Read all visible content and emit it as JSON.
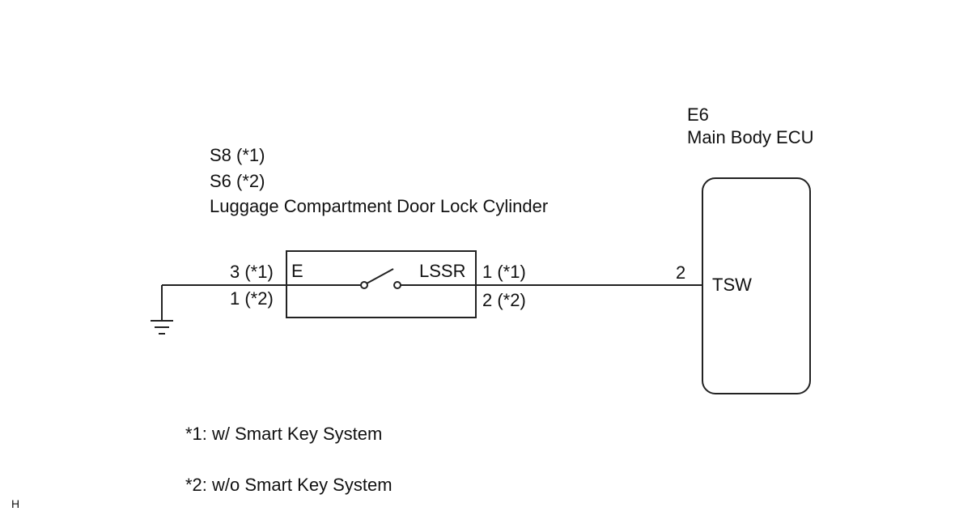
{
  "ecu": {
    "code": "E6",
    "name": "Main Body ECU",
    "terminal_pin": "2",
    "terminal_name": "TSW"
  },
  "lock_cylinder": {
    "code_1": "S8 (*1)",
    "code_2": "S6 (*2)",
    "name": "Luggage Compartment Door Lock Cylinder",
    "left_terminal_name": "E",
    "right_terminal_name": "LSSR",
    "left_pin_1": "3 (*1)",
    "left_pin_2": "1 (*2)",
    "right_pin_1": "1 (*1)",
    "right_pin_2": "2 (*2)"
  },
  "notes": [
    "*1: w/ Smart Key System",
    "*2: w/o Smart Key System"
  ],
  "corner_mark": "H"
}
